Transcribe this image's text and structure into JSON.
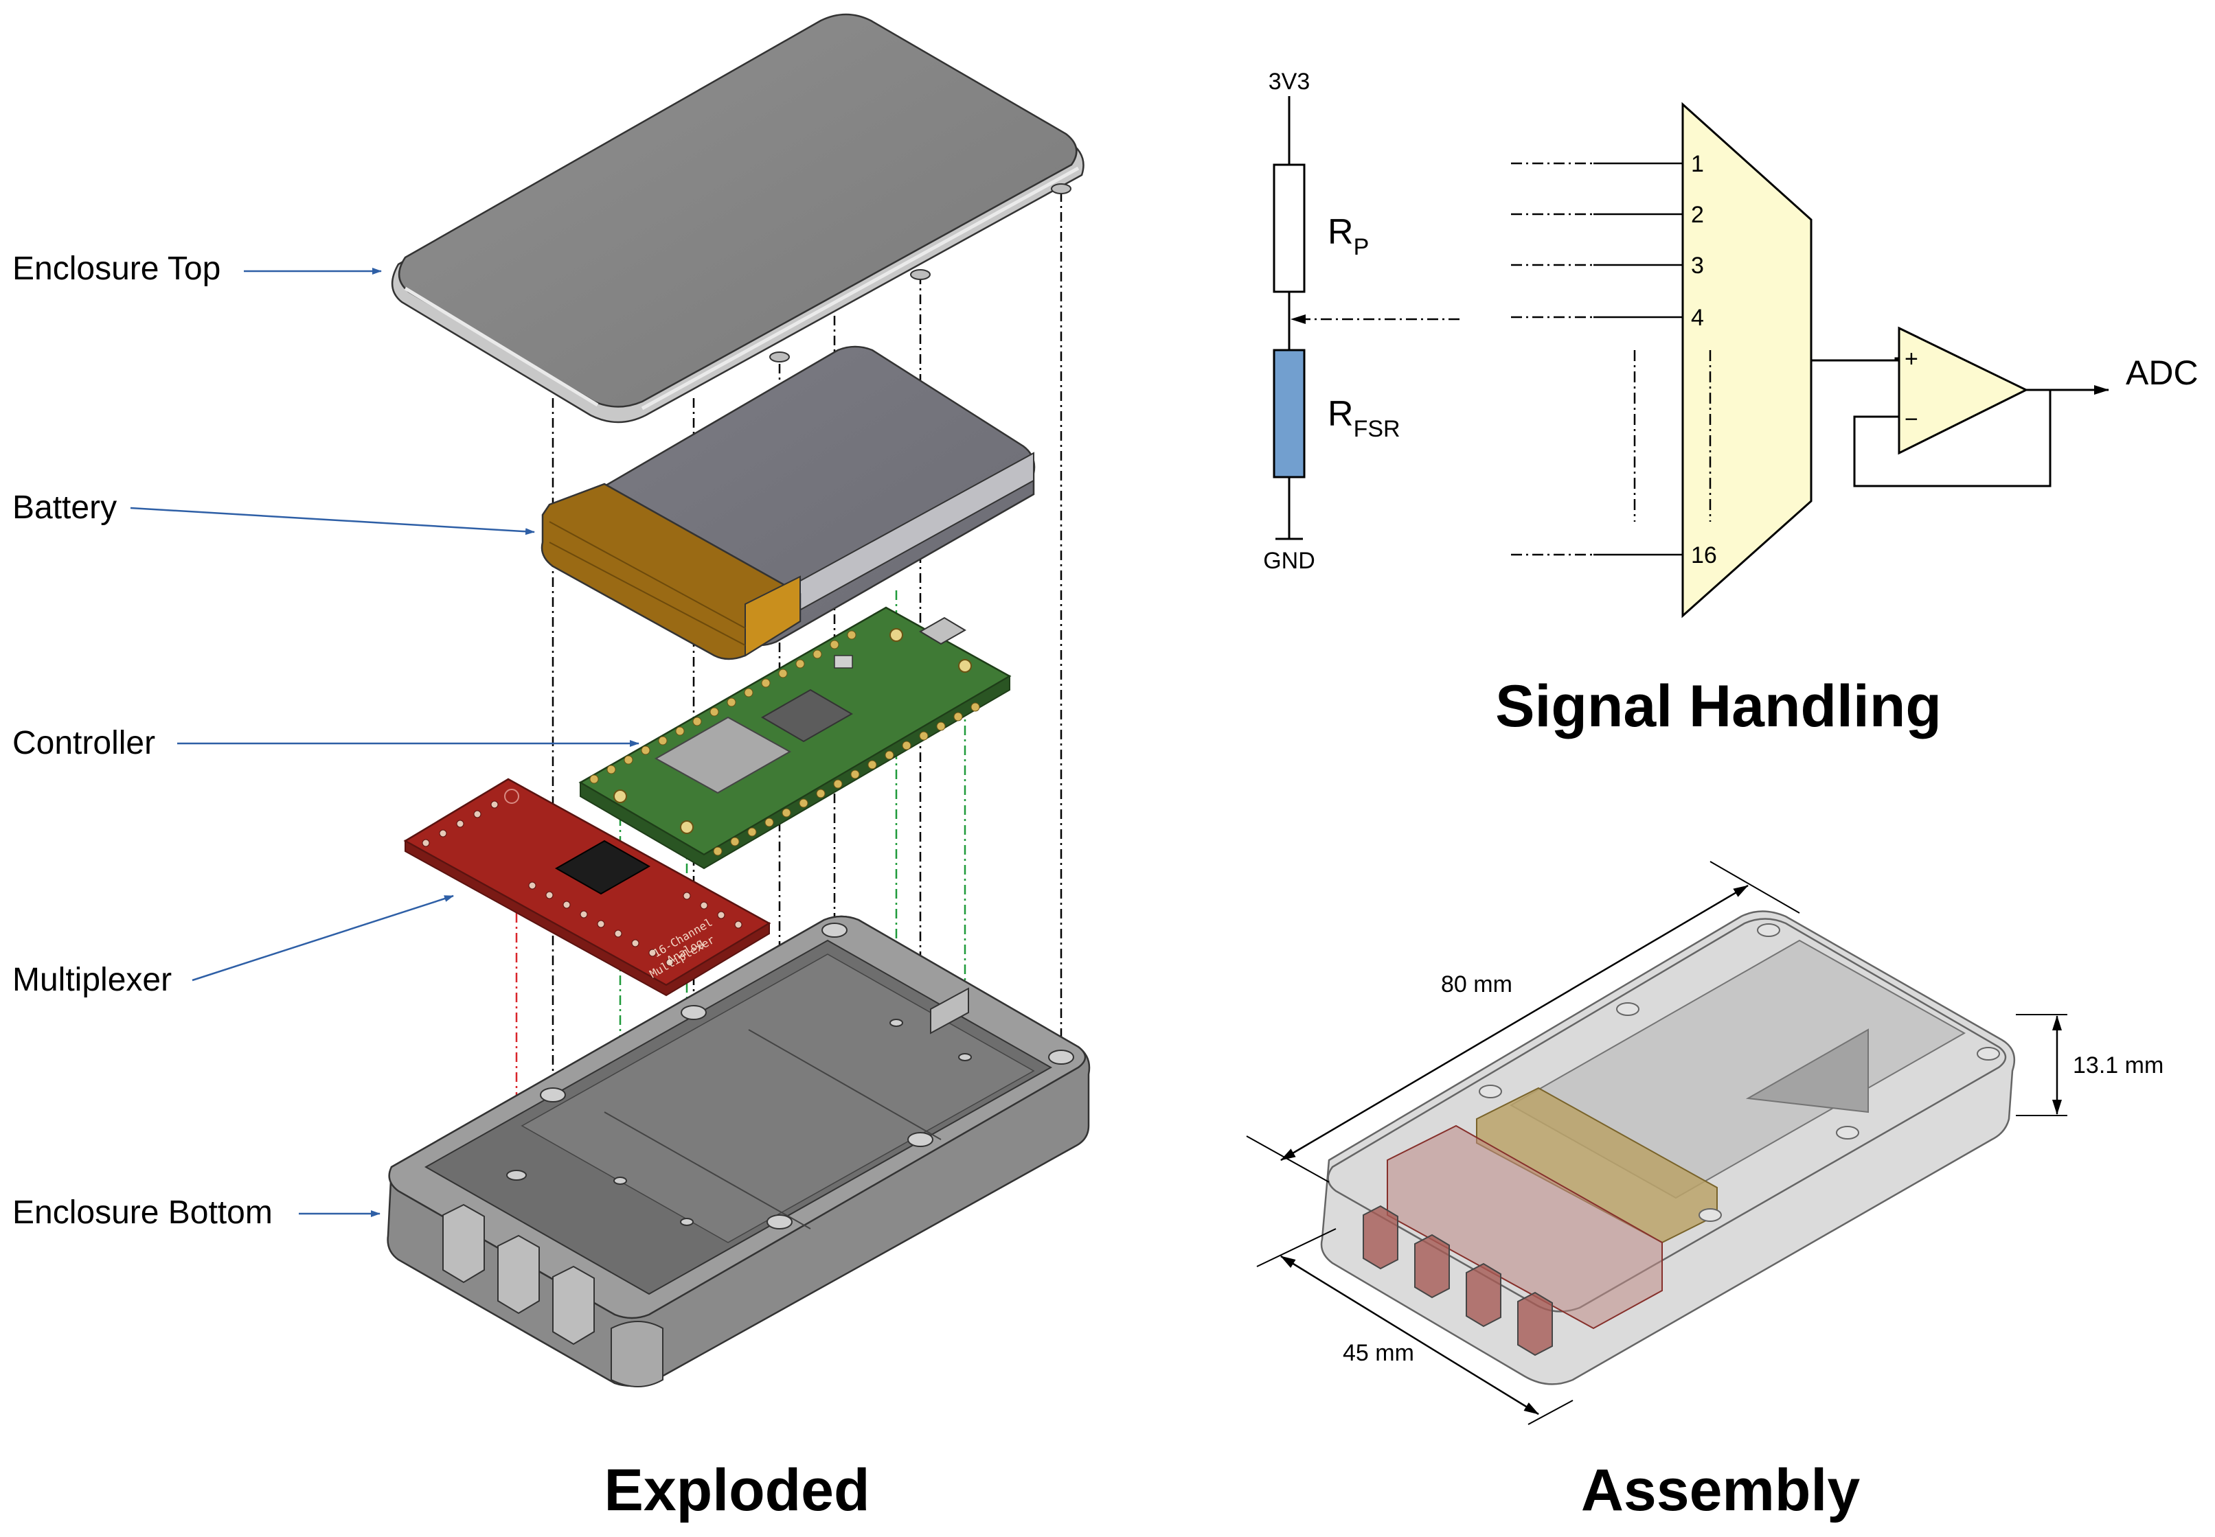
{
  "exploded": {
    "title": "Exploded",
    "parts": {
      "enclosure_top": "Enclosure Top",
      "battery": "Battery",
      "controller": "Controller",
      "multiplexer": "Multiplexer",
      "enclosure_bottom": "Enclosure Bottom"
    },
    "pcb_silkscreen": [
      "16-Channel",
      "Analog",
      "Multiplexer"
    ]
  },
  "signal": {
    "title": "Signal Handling",
    "supply": "3V3",
    "ground": "GND",
    "rp_main": "R",
    "rp_sub": "P",
    "rfsr_main": "R",
    "rfsr_sub": "FSR",
    "mux_inputs": [
      "1",
      "2",
      "3",
      "4",
      "16"
    ],
    "opamp_plus": "+",
    "opamp_minus": "−",
    "output": "ADC"
  },
  "assembly": {
    "title": "Assembly",
    "dim_length": "80 mm",
    "dim_width": "45 mm",
    "dim_height": "13.1 mm"
  },
  "colors": {
    "arrow": "#2e5fa6",
    "enclosure": "#8a8a8a",
    "battery_wrap": "#9a6a14",
    "controller_pcb": "#3f7a35",
    "mux_pcb": "#a3231d",
    "fsr": "#729fcf",
    "mux_fill": "#fdfad0",
    "guide_red": "#d9262b",
    "guide_green": "#1f9a3a"
  }
}
